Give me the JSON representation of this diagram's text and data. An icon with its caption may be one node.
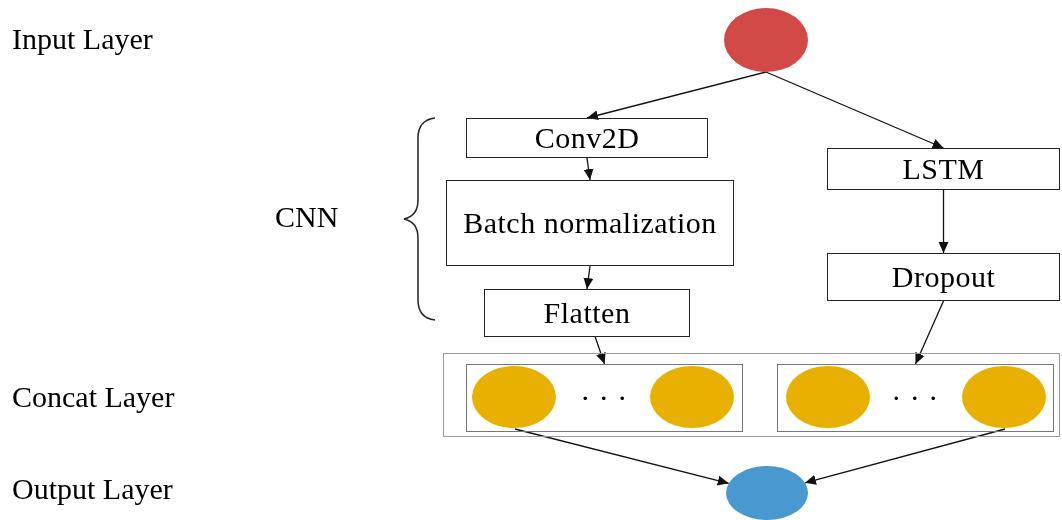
{
  "diagram": {
    "nodes": [
      {
        "text": [],
        "shape": "circle"
      },
      {
        "text": [
          "Conv2D"
        ]
      },
      {
        "text": [
          "Batch normalization"
        ]
      },
      {
        "text": [
          "Flatten"
        ]
      },
      {
        "text": [
          "LSTM"
        ]
      },
      {
        "text": [
          "Dropout"
        ]
      },
      {
        "text": [],
        "shape": "box"
      },
      {
        "text": [
          "· · ·"
        ],
        "in": 6
      },
      {
        "text": [],
        "shape": "circle",
        "in": 7
      },
      {
        "text": [],
        "shape": "circle",
        "in": 7
      },
      {
        "text": [
          "· · ·"
        ],
        "in": 6
      },
      {
        "text": [],
        "shape": "circle",
        "in": 10
      },
      {
        "text": [],
        "shape": "circle",
        "in": 10
      },
      {
        "text": [],
        "shape": "circle"
      }
    ],
    "edges": [
      {
        "from": 0,
        "to": 1,
        "arrow": "to"
      },
      {
        "from": 0,
        "to": 4,
        "arrow": "to"
      },
      {
        "from": 1,
        "to": 2,
        "arrow": "to"
      },
      {
        "from": 2,
        "to": 3,
        "arrow": "to"
      },
      {
        "from": 4,
        "to": 5,
        "arrow": "to"
      },
      {
        "from": 3,
        "to": 7,
        "arrow": "to"
      },
      {
        "from": 5,
        "to": 10,
        "arrow": "to"
      },
      {
        "from": 8,
        "to": 13,
        "arrow": "to"
      },
      {
        "from": 12,
        "to": 13,
        "arrow": "to"
      }
    ],
    "labels": [
      "Input Layer",
      "CNN",
      "Concat Layer",
      "Output Layer"
    ]
  }
}
